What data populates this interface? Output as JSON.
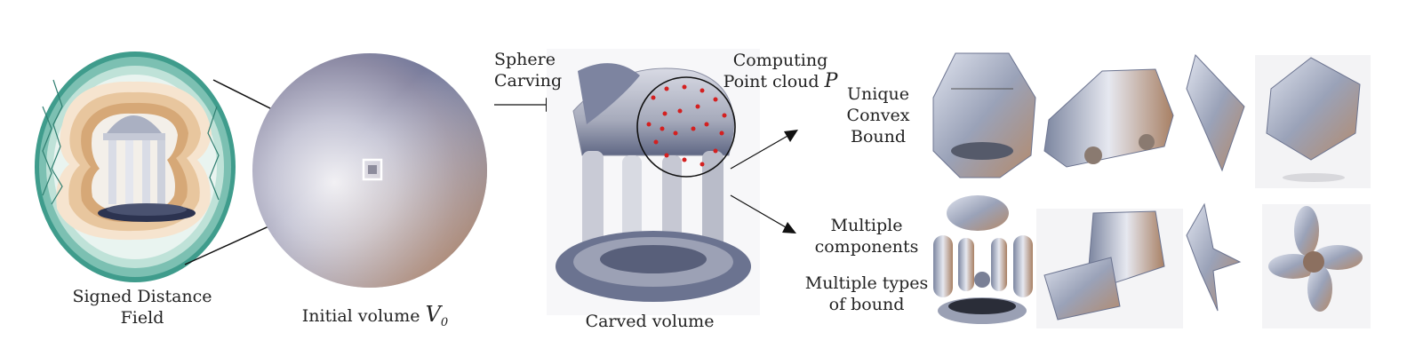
{
  "labels": {
    "sdf_line1": "Signed Distance",
    "sdf_line2": "Field",
    "initial_volume": "Initial volume",
    "initial_volume_symbol": "V",
    "initial_volume_subscript": "0",
    "sphere_carving_line1": "Sphere",
    "sphere_carving_line2": "Carving",
    "computing_line1": "Computing",
    "computing_line2": "Point cloud",
    "point_cloud_symbol": "P",
    "carved_volume": "Carved volume",
    "unique_line1": "Unique",
    "unique_line2": "Convex",
    "unique_line3": "Bound",
    "multi_components_line1": "Multiple",
    "multi_components_line2": "components",
    "multi_types_line1": "Multiple types",
    "multi_types_line2": "of bound"
  },
  "colors": {
    "sdf_teal": "#3f9c8c",
    "sdf_tan": "#c9935a",
    "sphere_blue": "#5a6690",
    "sphere_orange": "#b8753c",
    "point_red": "#d42020",
    "model_gray": "#9aa2b8",
    "model_copper": "#b58a6a"
  }
}
